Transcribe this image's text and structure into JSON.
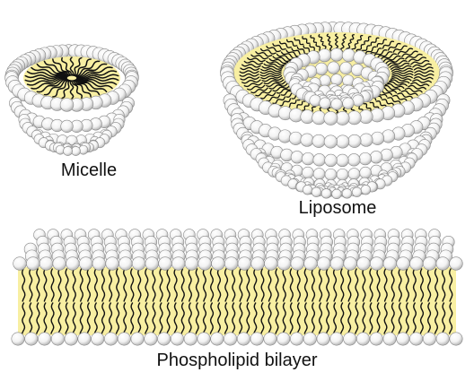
{
  "labels": {
    "micelle": "Micelle",
    "liposome": "Liposome",
    "bilayer": "Phospholipid bilayer"
  },
  "colors": {
    "background": "#ffffff",
    "hydrophobic_core": "#f8efa2",
    "head_fill": "#fbfbfb",
    "head_shade": "#aaaaaa",
    "head_outline": "#888888",
    "tail": "#111111",
    "text": "#111111"
  },
  "icons": {
    "head_group": "sphere",
    "tail": "wavy-line"
  }
}
